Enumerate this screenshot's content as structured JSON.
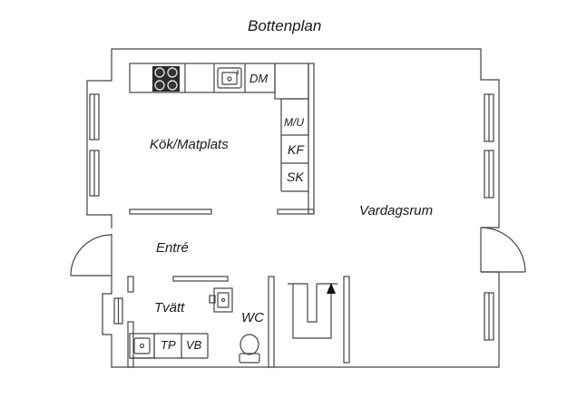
{
  "plan": {
    "title": "Bottenplan",
    "rooms": {
      "kok": "Kök/Matplats",
      "vardagsrum": "Vardagsrum",
      "entre": "Entré",
      "tvatt": "Tvätt",
      "wc": "WC"
    },
    "fixtures": {
      "dm": "DM",
      "mu": "M/U",
      "kf": "KF",
      "sk": "SK",
      "tp": "TP",
      "vb": "VB"
    }
  },
  "colors": {
    "wall": "#444444",
    "fixture": "#333333",
    "stove": "#222222"
  }
}
